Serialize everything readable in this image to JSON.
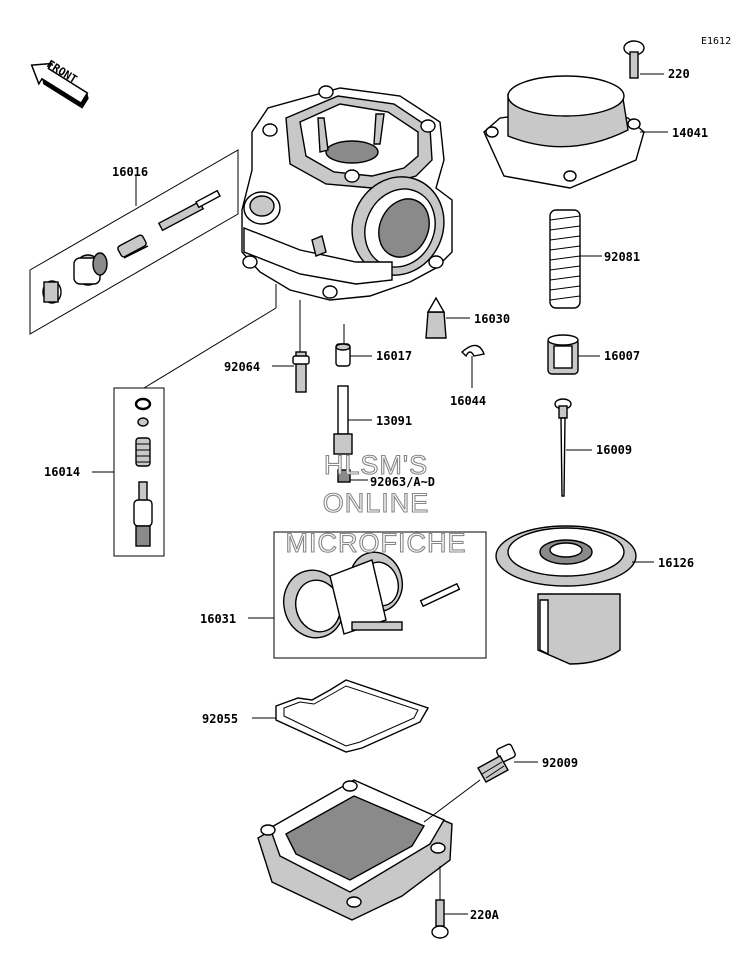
{
  "diagram": {
    "code": "E1612",
    "front_label": "FRONT",
    "watermark": [
      "HLSM'S",
      "ONLINE",
      "MICROFICHE"
    ],
    "parts": [
      {
        "key": "220",
        "label": "220"
      },
      {
        "key": "14041",
        "label": "14041"
      },
      {
        "key": "16016",
        "label": "16016"
      },
      {
        "key": "92081",
        "label": "92081"
      },
      {
        "key": "16030",
        "label": "16030"
      },
      {
        "key": "92064",
        "label": "92064"
      },
      {
        "key": "16017",
        "label": "16017"
      },
      {
        "key": "16007",
        "label": "16007"
      },
      {
        "key": "16044",
        "label": "16044"
      },
      {
        "key": "13091",
        "label": "13091"
      },
      {
        "key": "16014",
        "label": "16014"
      },
      {
        "key": "16009",
        "label": "16009"
      },
      {
        "key": "92063",
        "label": "92063/A~D"
      },
      {
        "key": "16126",
        "label": "16126"
      },
      {
        "key": "16031",
        "label": "16031"
      },
      {
        "key": "92055",
        "label": "92055"
      },
      {
        "key": "92009",
        "label": "92009"
      },
      {
        "key": "220A",
        "label": "220A"
      }
    ]
  }
}
